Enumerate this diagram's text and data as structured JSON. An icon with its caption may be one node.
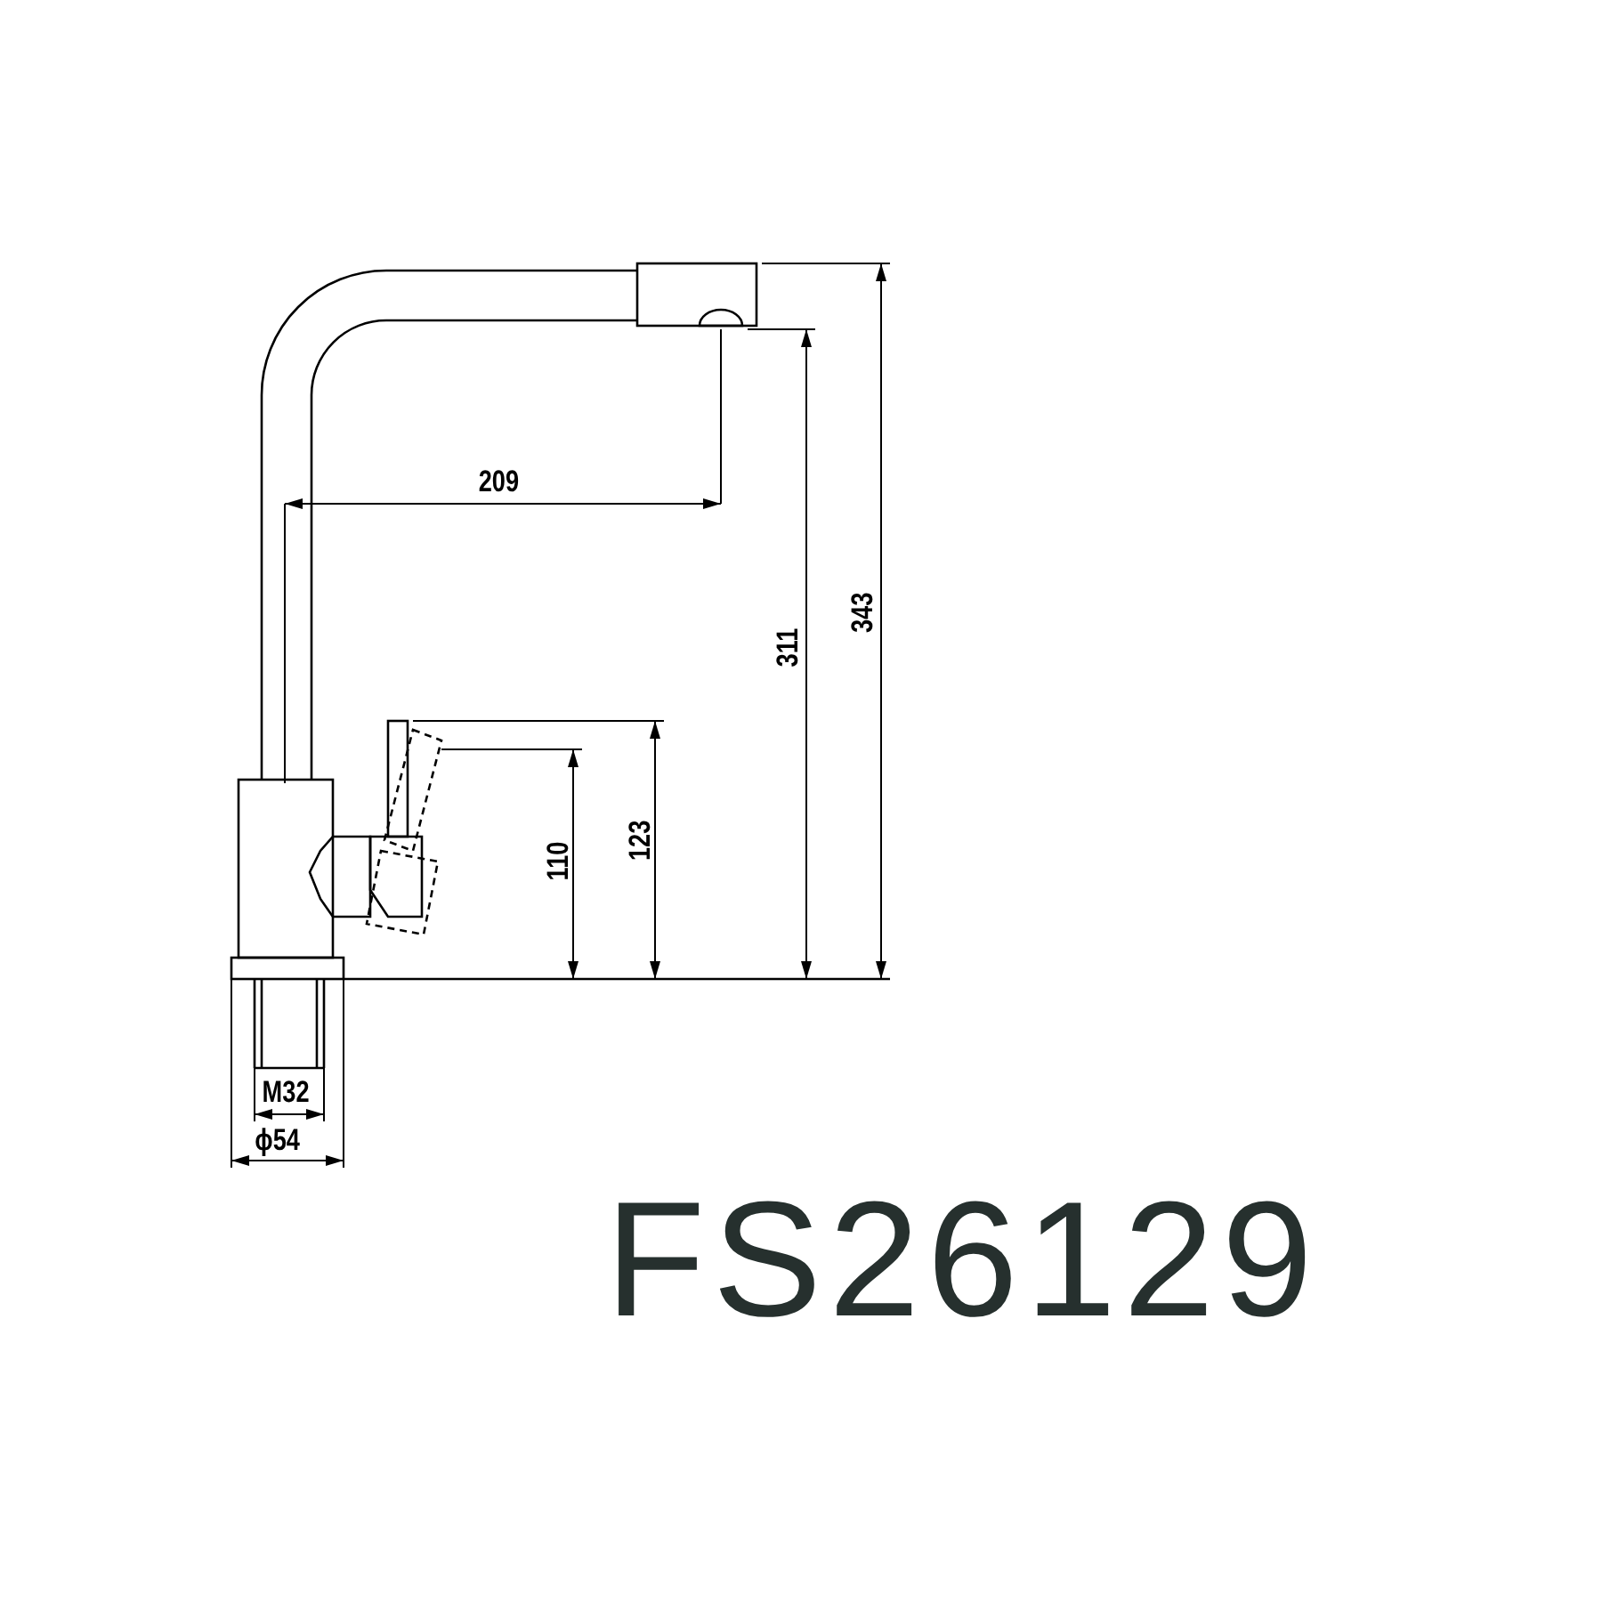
{
  "diagram": {
    "title": "FS26129",
    "labels": [
      "209",
      "311",
      "343",
      "110",
      "123",
      "M32",
      "ϕ54"
    ]
  }
}
